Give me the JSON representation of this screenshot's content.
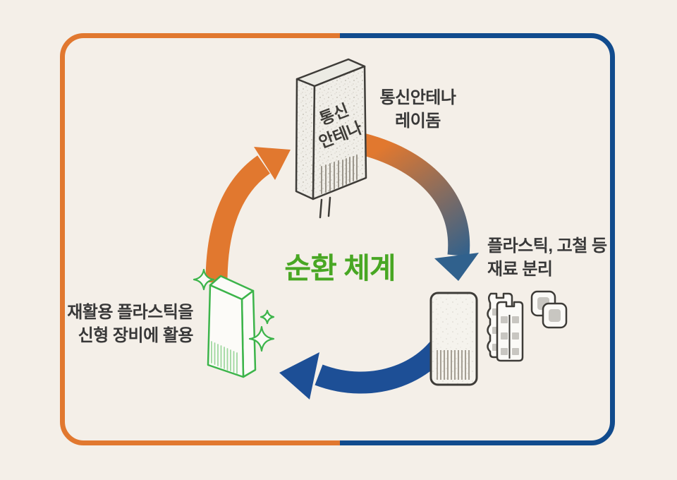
{
  "background": "#f4efe8",
  "title": {
    "text": "순환 체계"
  },
  "colors": {
    "accent_orange": "#e1782f",
    "accent_blue": "#114b8d",
    "arrow_blue": "#1d4f96",
    "gradient_arrow_start": "#e1782f",
    "gradient_arrow_end": "#30618d",
    "title_green": "#48a723",
    "device_green": "#3cb44a",
    "label_text": "#383838",
    "outline_dark": "#3e3c38"
  },
  "stages": [
    {
      "id": "radome",
      "label_line1": "통신안테나",
      "label_line2": "레이돔",
      "icon": "communication-antenna-icon"
    },
    {
      "id": "separation",
      "label_line1": "플라스틱, 고철 등",
      "label_line2": "재료 분리",
      "icon": "material-separation-icon"
    },
    {
      "id": "reuse",
      "label_line1": "재활용 플라스틱을",
      "label_line2": "신형 장비에 활용",
      "icon": "recycled-antenna-icon"
    }
  ],
  "antenna_face": {
    "line1": "통신",
    "line2": "안테나"
  }
}
